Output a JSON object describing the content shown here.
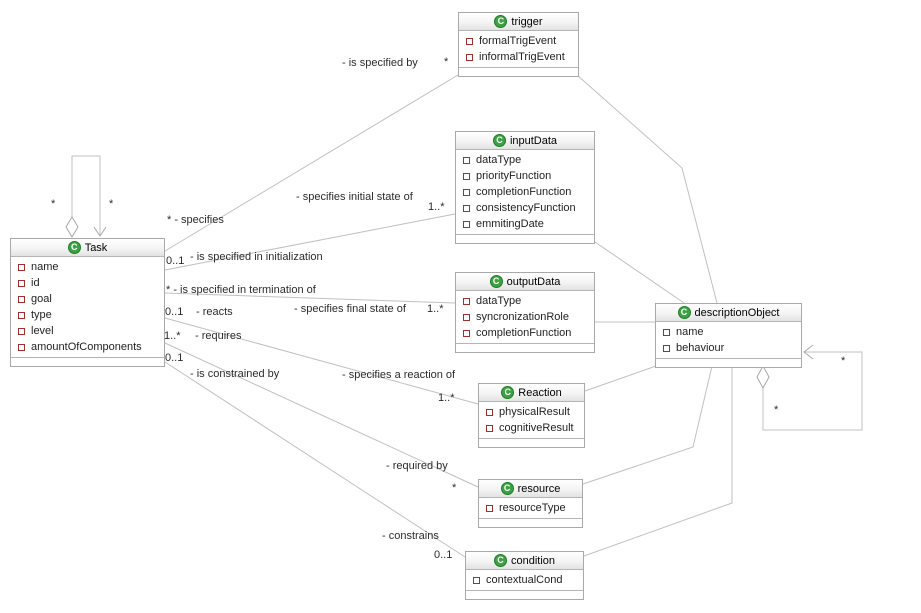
{
  "diagram": {
    "type": "uml-class-diagram",
    "icons": {
      "class_glyph": "C"
    },
    "colors": {
      "class_icon_green": "#3da244",
      "field_icon_red": "#a03030",
      "edge_gray": "#c0c0c0",
      "header_gradient_bottom": "#e2e2e2"
    },
    "classes": {
      "trigger": {
        "name": "trigger",
        "attributes": [
          "formalTrigEvent",
          "informalTrigEvent"
        ]
      },
      "inputData": {
        "name": "inputData",
        "attributes": [
          "dataType",
          "priorityFunction",
          "completionFunction",
          "consistencyFunction",
          "emmitingDate"
        ]
      },
      "task": {
        "name": "Task",
        "attributes": [
          "name",
          "id",
          "goal",
          "type",
          "level",
          "amountOfComponents"
        ]
      },
      "outputData": {
        "name": "outputData",
        "attributes": [
          "dataType",
          "syncronizationRole",
          "completionFunction"
        ]
      },
      "descriptionObject": {
        "name": "descriptionObject",
        "attributes": [
          "name",
          "behaviour"
        ]
      },
      "reaction": {
        "name": "Reaction",
        "attributes": [
          "physicalResult",
          "cognitiveResult"
        ]
      },
      "resource": {
        "name": "resource",
        "attributes": [
          "resourceType"
        ]
      },
      "condition": {
        "name": "condition",
        "attributes": [
          "contextualCond"
        ]
      }
    },
    "labels": {
      "specified_by_role": "- is specified by",
      "specified_by_mult": "*",
      "init_state_role": "- specifies initial state of",
      "init_state_mult": "1..*",
      "specifies_role": "* - specifies",
      "init_mult": "0..1",
      "init_role": "- is specified in initialization",
      "term_role": "* - is specified in termination of",
      "reacts_mult": "0..1",
      "reacts_role": "- reacts",
      "final_state_role": "- specifies final state of",
      "final_state_mult": "1..*",
      "requires_mult": "1..*",
      "requires_role": "- requires",
      "constrained_mult": "0..1",
      "constrained_role": "- is constrained by",
      "reaction_role": "- specifies a reaction of",
      "reaction_mult": "1..*",
      "required_by_role": "- required by",
      "required_by_mult": "*",
      "constrains_role": "- constrains",
      "constrains_mult": "0..1",
      "task_loop_left_mult": "*",
      "task_loop_right_mult": "*",
      "desc_loop_top_mult": "*",
      "desc_loop_bottom_mult": "*"
    }
  }
}
